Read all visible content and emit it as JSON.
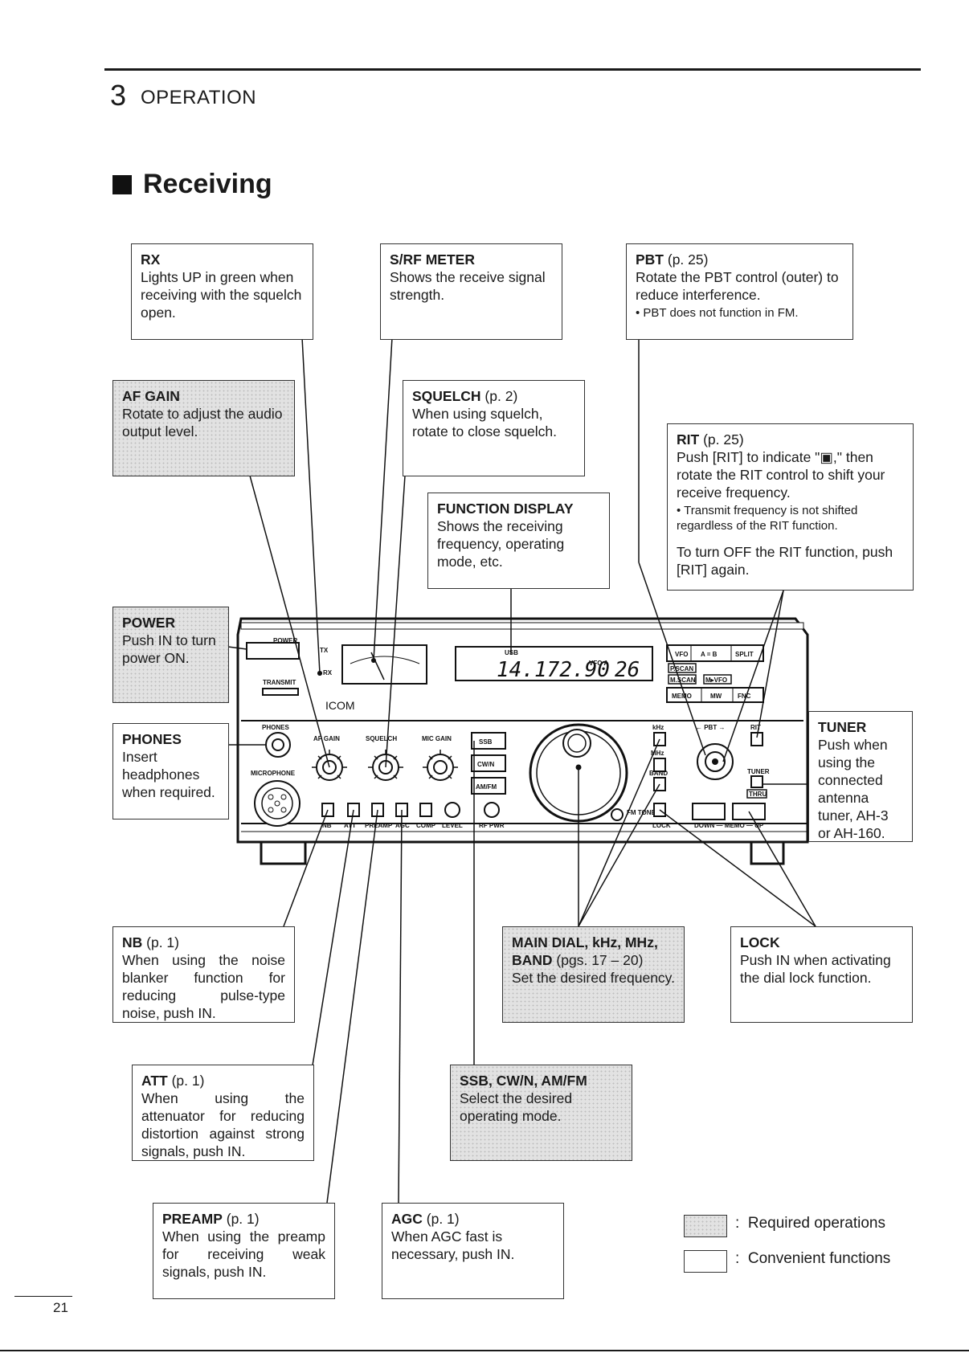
{
  "header": {
    "section_number": "3",
    "section_title": "OPERATION"
  },
  "heading": "Receiving",
  "callouts": {
    "rx": {
      "title": "RX",
      "text": "Lights UP in green when receiving with the squelch open."
    },
    "srf": {
      "title": "S/RF METER",
      "text": "Shows the receive signal strength."
    },
    "pbt": {
      "title": "PBT",
      "ref": " (p. 25)",
      "text": "Rotate the PBT control (outer) to reduce interference.",
      "note": "• PBT does not function in FM."
    },
    "afgain": {
      "title": "AF GAIN",
      "text": "Rotate to adjust the audio output level."
    },
    "squelch": {
      "title": "SQUELCH",
      "ref": " (p. 2)",
      "text": "When using squelch, rotate to close squelch."
    },
    "rit": {
      "title": "RIT",
      "ref": " (p. 25)",
      "text": "Push [RIT] to indicate \"▣,\" then rotate the RIT control to shift your receive frequency.",
      "note": "• Transmit frequency is not shifted regardless of the RIT function.",
      "extra": "To turn OFF the RIT function, push [RIT] again."
    },
    "funcdisp": {
      "title": "FUNCTION DISPLAY",
      "text": "Shows the receiving frequency, operating mode, etc."
    },
    "power": {
      "title": "POWER",
      "text": "Push IN to turn power ON."
    },
    "phones": {
      "title": "PHONES",
      "text": "Insert headphones when required."
    },
    "tuner": {
      "title": "TUNER",
      "text": "Push when using the connected antenna tuner, AH-3 or AH-160."
    },
    "nb": {
      "title": "NB",
      "ref": " (p. 1)",
      "text": "When using the noise blanker function for reducing pulse-type noise, push IN."
    },
    "maindial": {
      "title": "MAIN DIAL, kHz, MHz, BAND",
      "ref": " (pgs. 17 – 20)",
      "text": "Set the desired frequency."
    },
    "lock": {
      "title": "LOCK",
      "text": "Push IN when activating the dial lock function."
    },
    "att": {
      "title": "ATT",
      "ref": " (p. 1)",
      "text": "When using the attenuator for reducing distortion against strong signals, push IN."
    },
    "mode": {
      "title": "SSB, CW/N, AM/FM",
      "text": "Select the desired operating mode."
    },
    "preamp": {
      "title": "PREAMP",
      "ref": " (p. 1)",
      "text": "When using the preamp for receiving weak signals, push IN."
    },
    "agc": {
      "title": "AGC",
      "ref": " (p. 1)",
      "text": "When AGC fast is necessary, push IN."
    }
  },
  "radio": {
    "labels": {
      "power": "POWER",
      "transmit": "TRANSMIT",
      "tx": "TX",
      "rx": "RX",
      "phones": "PHONES",
      "microphone": "MICROPHONE",
      "brand": "ICOM",
      "af_gain": "AF GAIN",
      "squelch": "SQUELCH",
      "mic_gain": "MIC GAIN",
      "nb": "NB",
      "att": "ATT",
      "preamp": "PREAMP",
      "agc": "AGC",
      "comp": "COMP",
      "level": "LEVEL",
      "rf_pwr": "RF PWR",
      "ssb": "SSB",
      "cwn": "CW/N",
      "amfm": "AM/FM",
      "khz": "kHz",
      "mhz": "MHz",
      "band": "BAND",
      "fm_tone": "FM TONE",
      "lock": "LOCK",
      "rit": "RIT",
      "pbt": "← PBT →",
      "tuner": "TUNER",
      "thru": "THRU",
      "vfo": "VFO",
      "a_eq_b": "A = B",
      "split": "SPLIT",
      "pscan": "P.SCAN",
      "mscan": "M.SCAN",
      "m_vfo": "M▸VFO",
      "memo": "MEMO",
      "mw": "MW",
      "fnc": "FNC",
      "down_memo_up": "DOWN — MEMO — UP"
    },
    "display": {
      "mode": "USB",
      "frequency": "14.172.90",
      "vfo": "VFO A",
      "memory": "26"
    }
  },
  "legend": {
    "required": "Required operations",
    "convenient": "Convenient functions"
  },
  "page_number": "21"
}
